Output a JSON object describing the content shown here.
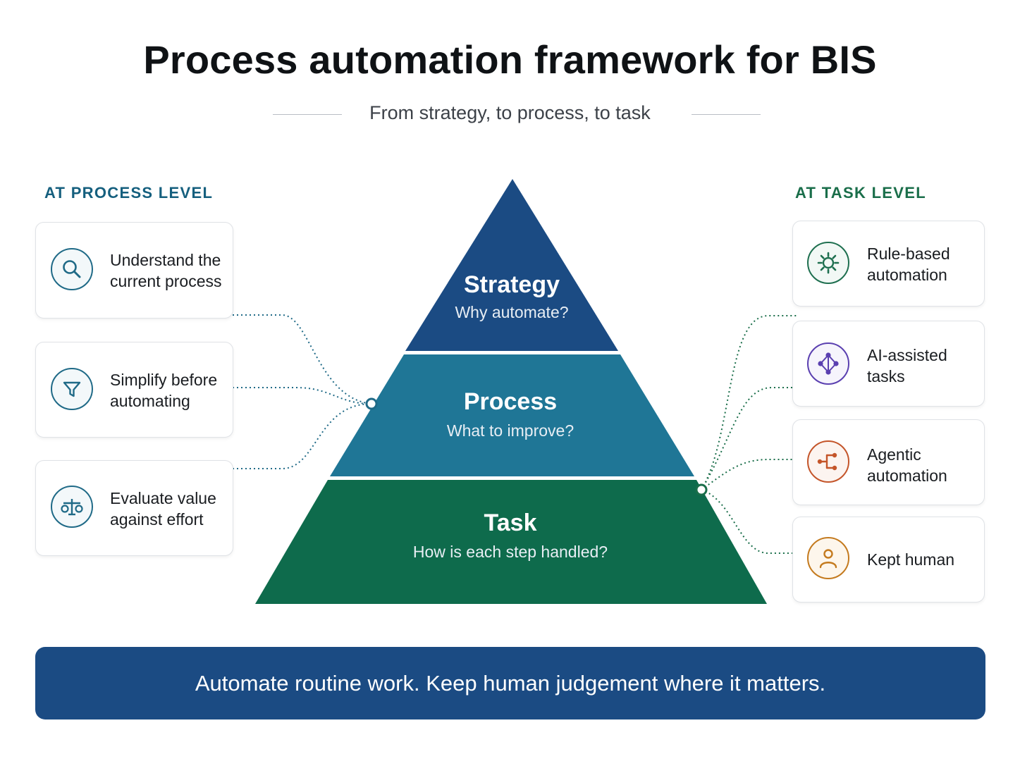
{
  "title": "Process automation framework for BIS",
  "subtitle": "From strategy, to process, to task",
  "colors": {
    "strategy": "#1b4b83",
    "process": "#1f7696",
    "task": "#0e6b4c",
    "process_heading": "#155f7e",
    "task_heading": "#1a6e4a",
    "banner": "#1b4b83"
  },
  "left_panel": {
    "heading": "AT PROCESS LEVEL",
    "items": [
      {
        "text": "Understand the\ncurrent process",
        "icon": "magnifier-icon",
        "color": "#1f6a87"
      },
      {
        "text": "Simplify before\nautomating",
        "icon": "filter-icon",
        "color": "#1f6a87"
      },
      {
        "text": "Evaluate value\nagainst effort",
        "icon": "balance-scale-icon",
        "color": "#1f6a87"
      }
    ]
  },
  "pyramid": {
    "levels": [
      {
        "title": "Strategy",
        "subtitle": "Why automate?"
      },
      {
        "title": "Process",
        "subtitle": "What to improve?"
      },
      {
        "title": "Task",
        "subtitle": "How is each step handled?"
      }
    ]
  },
  "right_panel": {
    "heading": "AT TASK LEVEL",
    "items": [
      {
        "text": "Rule-based\nautomation",
        "icon": "gear-icon",
        "color": "#1e6f4f"
      },
      {
        "text": "AI-assisted\ntasks",
        "icon": "network-nodes-icon",
        "color": "#5a3fb0"
      },
      {
        "text": "Agentic\nautomation",
        "icon": "branching-flow-icon",
        "color": "#c4552a"
      },
      {
        "text": "Kept human",
        "icon": "person-icon",
        "color": "#c47a1e"
      }
    ]
  },
  "banner": "Automate routine work. Keep human judgement where it matters."
}
